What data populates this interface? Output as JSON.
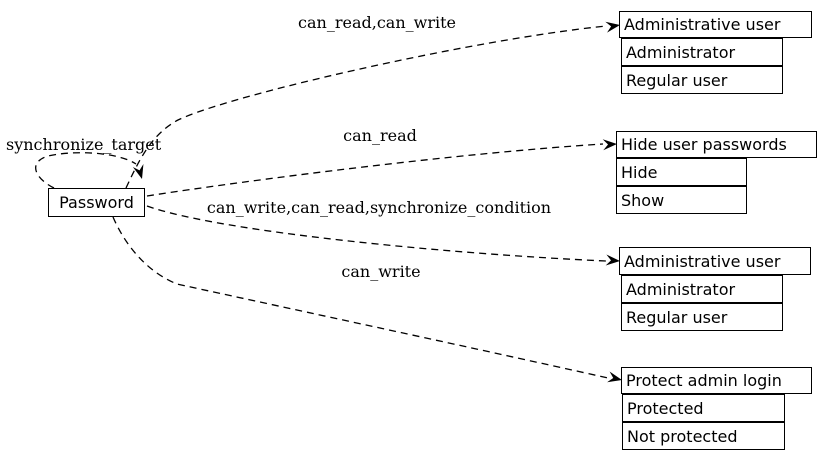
{
  "node": {
    "label": "Password"
  },
  "self_loop": {
    "label": "synchronize_target"
  },
  "edges": [
    {
      "label": "can_read,can_write",
      "from": "Password",
      "to": "Administrative user"
    },
    {
      "label": "can_read",
      "from": "Password",
      "to": "Hide user passwords"
    },
    {
      "label": "can_write,can_read,synchronize_condition",
      "from": "Password",
      "to": "Administrative user"
    },
    {
      "label": "can_write",
      "from": "Password",
      "to": "Protect admin login"
    }
  ],
  "tables": [
    {
      "header": "Administrative user",
      "rows": [
        "Administrator",
        "Regular user"
      ]
    },
    {
      "header": "Hide user passwords",
      "rows": [
        "Hide",
        "Show"
      ]
    },
    {
      "header": "Administrative user",
      "rows": [
        "Administrator",
        "Regular user"
      ]
    },
    {
      "header": "Protect admin login",
      "rows": [
        "Protected",
        "Not protected"
      ]
    }
  ],
  "colors": {
    "background": "#ffffff",
    "line": "#000000",
    "text": "#000000"
  }
}
